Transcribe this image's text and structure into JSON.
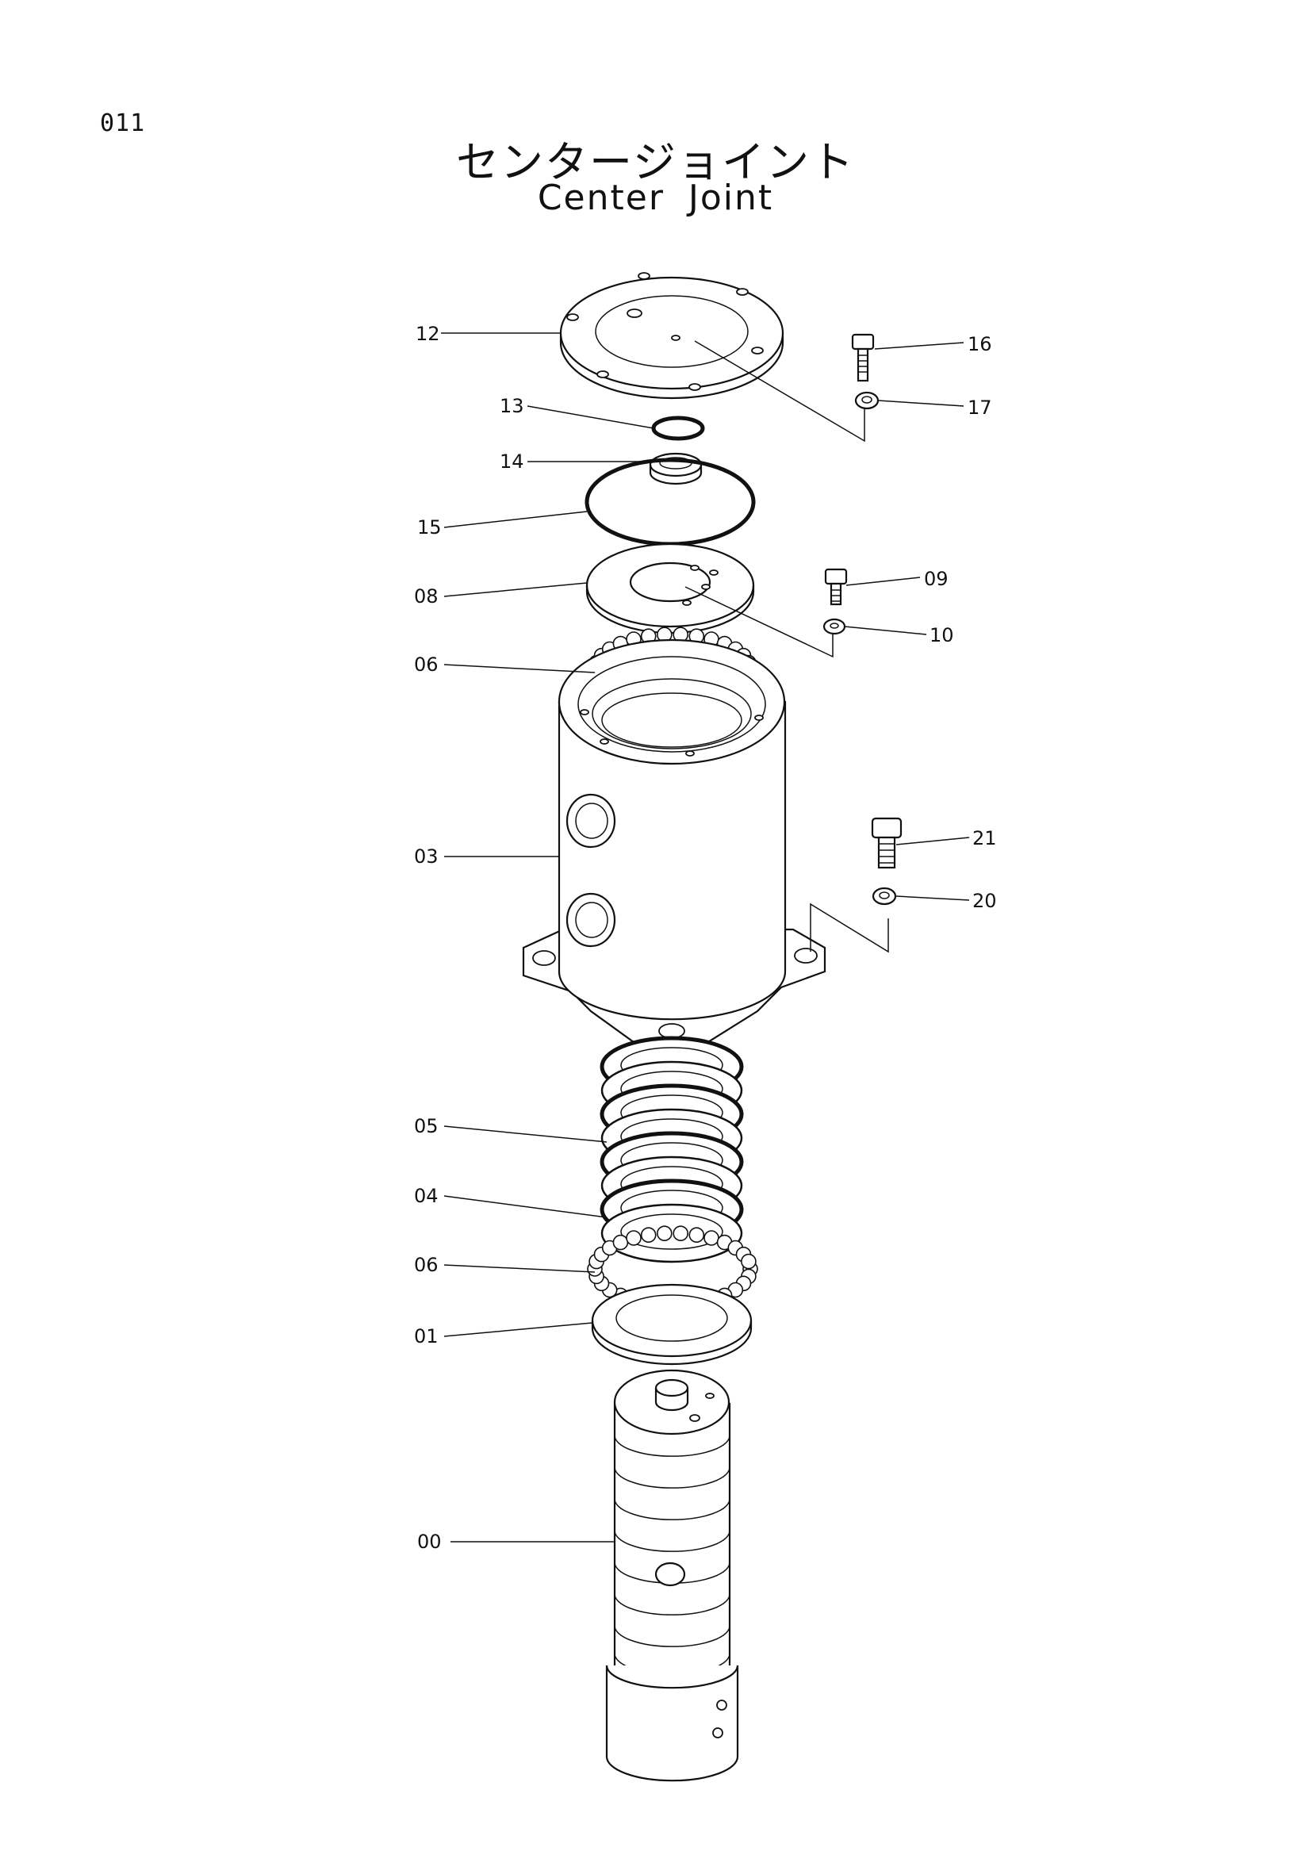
{
  "page_number": "011",
  "title_jp": "センタージョイント",
  "title_en": "Center Joint",
  "callouts": [
    {
      "id": "12",
      "label": "12"
    },
    {
      "id": "13",
      "label": "13"
    },
    {
      "id": "14",
      "label": "14"
    },
    {
      "id": "15",
      "label": "15"
    },
    {
      "id": "08",
      "label": "08"
    },
    {
      "id": "06a",
      "label": "06"
    },
    {
      "id": "03",
      "label": "03"
    },
    {
      "id": "05",
      "label": "05"
    },
    {
      "id": "04",
      "label": "04"
    },
    {
      "id": "06b",
      "label": "06"
    },
    {
      "id": "01",
      "label": "01"
    },
    {
      "id": "00",
      "label": "00"
    },
    {
      "id": "16",
      "label": "16"
    },
    {
      "id": "17",
      "label": "17"
    },
    {
      "id": "09",
      "label": "09"
    },
    {
      "id": "10",
      "label": "10"
    },
    {
      "id": "21",
      "label": "21"
    },
    {
      "id": "20",
      "label": "20"
    }
  ]
}
